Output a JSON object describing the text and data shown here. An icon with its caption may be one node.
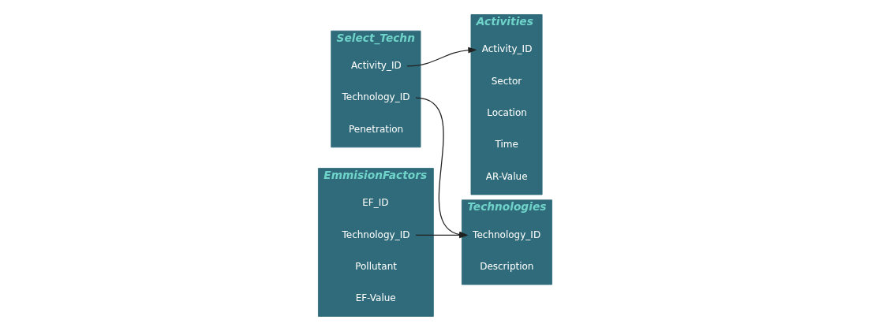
{
  "diagram": {
    "nodes": [
      {
        "text": [
          "Activities"
        ]
      },
      {
        "text": [
          "Activity_ID"
        ],
        "in": 0
      },
      {
        "text": [
          "Sector"
        ],
        "in": 0
      },
      {
        "text": [
          "Location"
        ],
        "in": 0
      },
      {
        "text": [
          "Time"
        ],
        "in": 0
      },
      {
        "text": [
          "AR-Value"
        ],
        "in": 0
      },
      {
        "text": [
          "Select_Techn"
        ]
      },
      {
        "text": [
          "Activity_ID"
        ],
        "in": 6
      },
      {
        "text": [
          "Technology_ID"
        ],
        "in": 6
      },
      {
        "text": [
          "Penetration"
        ],
        "in": 6
      },
      {
        "text": [
          "Technologies"
        ]
      },
      {
        "text": [
          "Technology_ID"
        ],
        "in": 10
      },
      {
        "text": [
          "Description"
        ],
        "in": 10
      },
      {
        "text": [
          "EmmisionFactors"
        ]
      },
      {
        "text": [
          "EF_ID"
        ],
        "in": 13
      },
      {
        "text": [
          "Technology_ID"
        ],
        "in": 13
      },
      {
        "text": [
          "Pollutant"
        ],
        "in": 13
      },
      {
        "text": [
          "EF-Value"
        ],
        "in": 13
      }
    ],
    "edges": [
      {
        "from": 7,
        "to": 1,
        "arrow": "to"
      },
      {
        "from": 8,
        "to": 11,
        "arrow": "to"
      },
      {
        "from": 15,
        "to": 11,
        "arrow": "to"
      }
    ]
  }
}
